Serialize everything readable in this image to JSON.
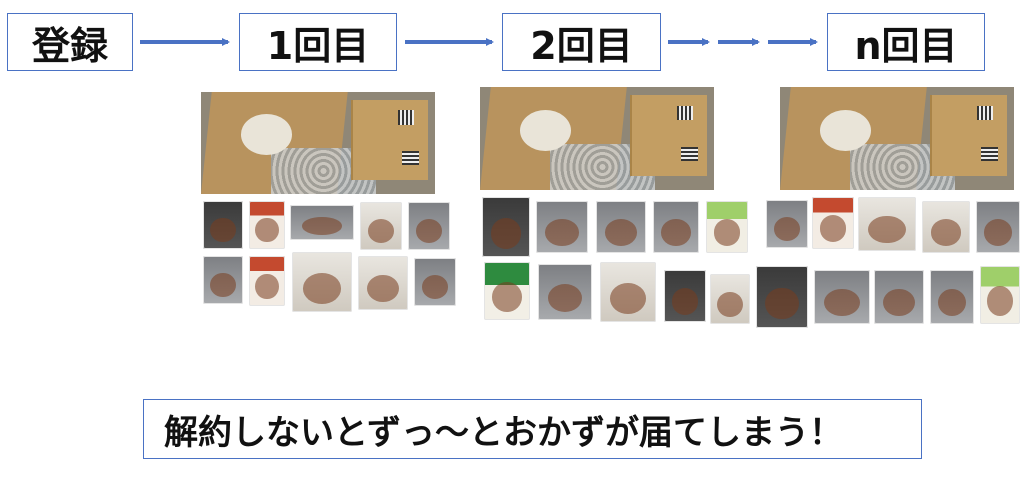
{
  "steps": {
    "register": "登録",
    "first": "1回目",
    "second": "2回目",
    "nth": "n回目"
  },
  "warning": "解約しないとずっ～とおかずが届てしまう！",
  "colors": {
    "accent": "#4a72c4",
    "box_border": "#4a72c4",
    "text": "#111111"
  }
}
